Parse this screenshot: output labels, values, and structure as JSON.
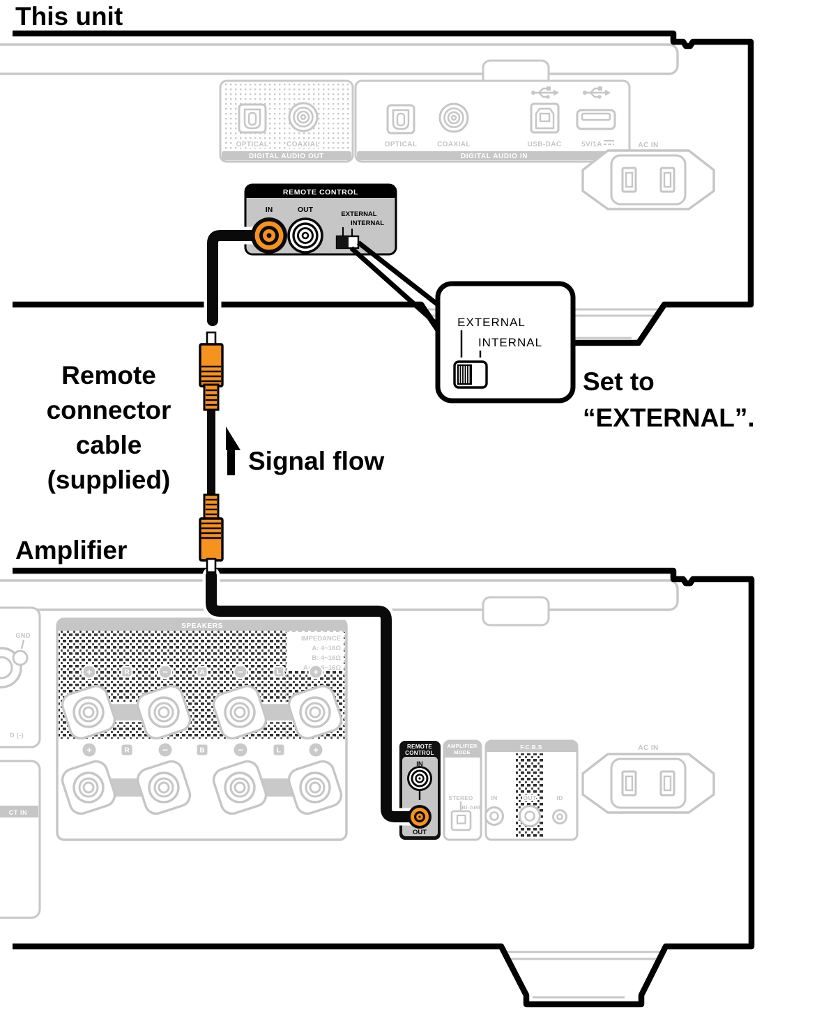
{
  "title": {
    "this_unit": "This unit",
    "amplifier": "Amplifier"
  },
  "annotations": {
    "remote_cable_line1": "Remote",
    "remote_cable_line2": "connector",
    "remote_cable_line3": "cable",
    "remote_cable_line4": "(supplied)",
    "signal_flow": "Signal flow",
    "set_to_line1": "Set to",
    "set_to_line2": "“EXTERNAL”."
  },
  "this_unit": {
    "digital_audio_out": {
      "title": "DIGITAL AUDIO OUT",
      "optical": "OPTICAL",
      "coaxial": "COAXIAL"
    },
    "digital_audio_in": {
      "title": "DIGITAL AUDIO IN",
      "optical": "OPTICAL",
      "coaxial": "COAXIAL",
      "usb_dac": "USB-DAC",
      "usb_power": "5V/1A"
    },
    "ac_in": "AC IN",
    "remote_control": {
      "title": "REMOTE CONTROL",
      "in_label": "IN",
      "out_label": "OUT",
      "external": "EXTERNAL",
      "internal": "INTERNAL"
    }
  },
  "callout": {
    "external": "EXTERNAL",
    "internal": "INTERNAL"
  },
  "amplifier": {
    "speakers": {
      "title": "SPEAKERS",
      "impedance_title": "IMPEDANCE",
      "impedance_a": "A: 4~16Ω",
      "impedance_b": "B: 4~16Ω",
      "impedance_ab": "A+B: 8~16Ω",
      "row_a_labels": [
        "+",
        "R",
        "−",
        "A",
        "−",
        "L",
        "+"
      ],
      "row_b_labels": [
        "+",
        "R",
        "−",
        "B",
        "−",
        "L",
        "+"
      ]
    },
    "remote_control": {
      "title_line1": "REMOTE",
      "title_line2": "CONTROL",
      "in_label": "IN",
      "out_label": "OUT"
    },
    "amplifier_mode": {
      "title_line1": "AMPLIFIER",
      "title_line2": "MODE",
      "stereo": "STEREO",
      "bi_amp": "BI-AMP"
    },
    "fcbs": {
      "title": "F.C.B.S",
      "in_label": "IN",
      "out_label": "OUT",
      "id_label": "ID"
    },
    "ac_in": "AC IN",
    "gnd": "GND",
    "gnd_partial": "D (-)",
    "direct_in_partial": "CT IN"
  },
  "colors": {
    "orange": "#F6921E",
    "panel_gray": "#C6C6C6",
    "line_gray": "#C8C8C8",
    "black": "#000000"
  }
}
